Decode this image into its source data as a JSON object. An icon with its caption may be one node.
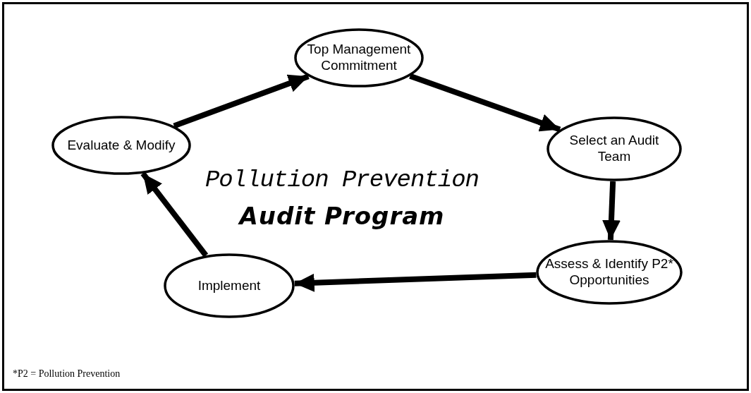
{
  "diagram": {
    "nodes": [
      {
        "text": [
          "Top Management Commitment"
        ]
      },
      {
        "text": [
          "Select an Audit Team"
        ]
      },
      {
        "text": [
          "Assess & Identify P2* Opportunities"
        ]
      },
      {
        "text": [
          "Implement"
        ]
      },
      {
        "text": [
          "Evaluate & Modify"
        ]
      }
    ],
    "edges": [
      {
        "from": 4,
        "to": 0,
        "arrow": "to"
      },
      {
        "from": 0,
        "to": 1,
        "arrow": "to"
      },
      {
        "from": 1,
        "to": 2,
        "arrow": "to"
      },
      {
        "from": 2,
        "to": 3,
        "arrow": "to"
      },
      {
        "from": 3,
        "to": 4,
        "arrow": "to"
      }
    ],
    "labels": [
      "Pollution Prevention",
      "Audit Program",
      "*P2 = Pollution Prevention"
    ]
  }
}
